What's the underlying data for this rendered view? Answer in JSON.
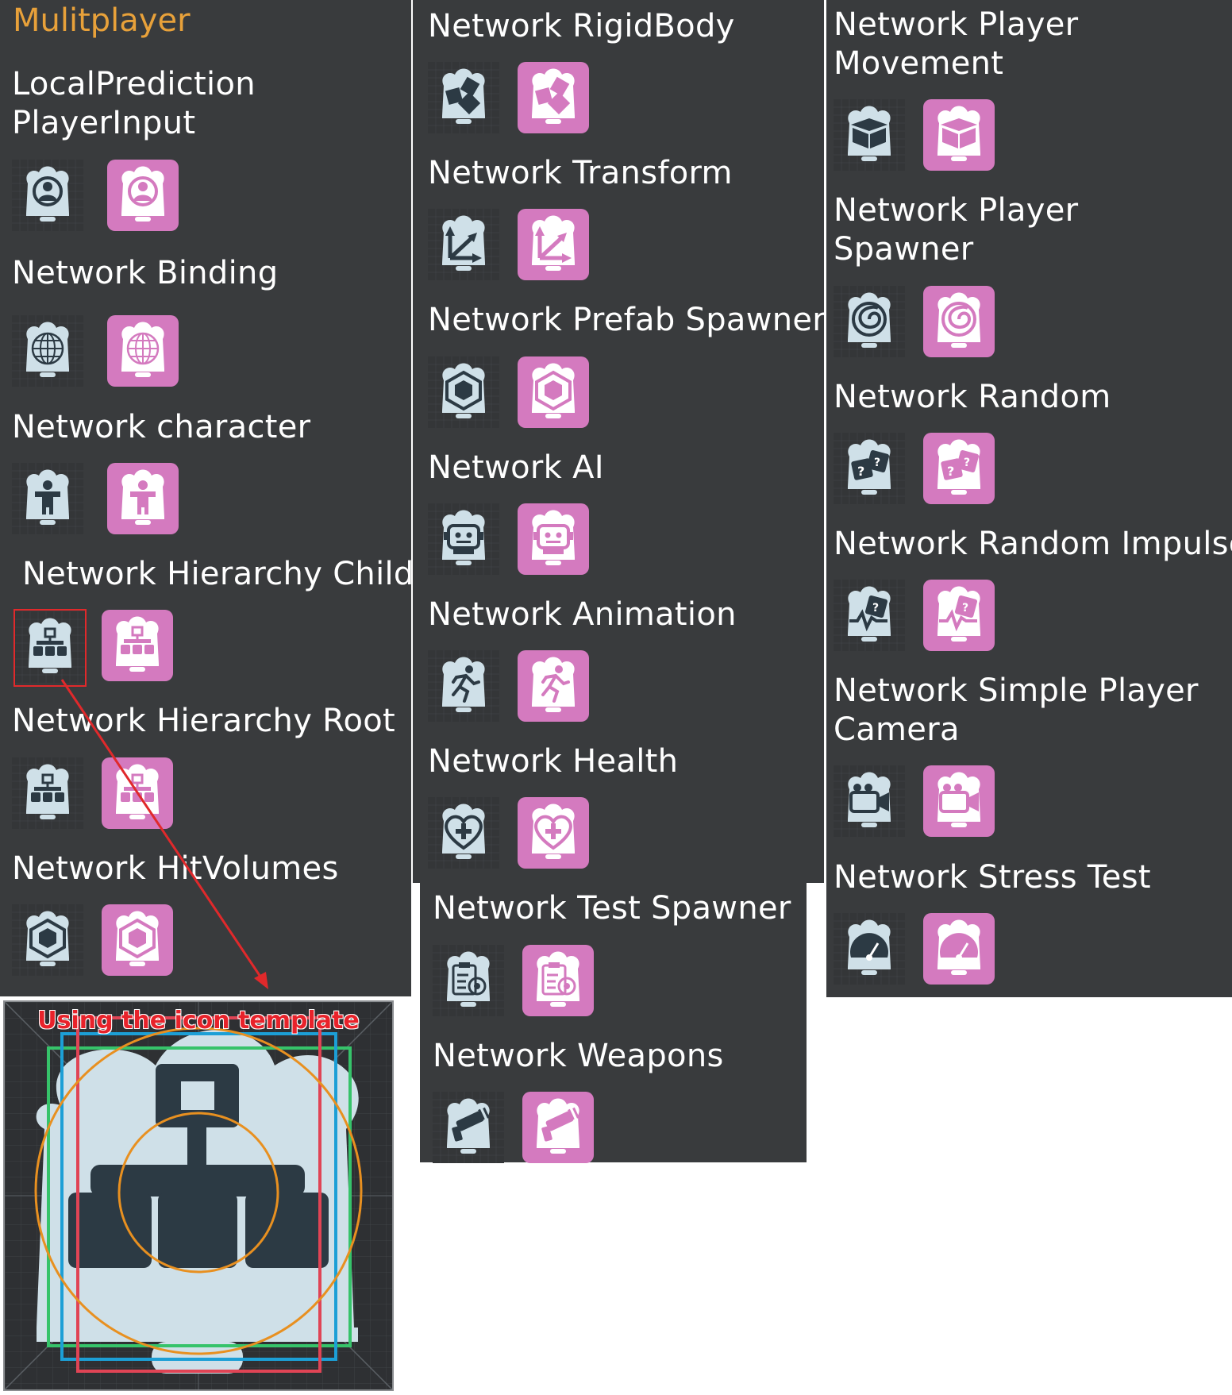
{
  "heading": "Mulitplayer",
  "annotation": "Using the icon template",
  "colors": {
    "panel": "#393b3d",
    "heading": "#e8a13a",
    "pink": "#d47abf",
    "icon_light": "#cfe0e8",
    "icon_dark": "#2c3a44",
    "highlight": "#e0292b"
  },
  "col1": [
    {
      "label": "LocalPrediction\nPlayerInput",
      "icon": "person-icon"
    },
    {
      "label": "Network Binding",
      "icon": "globe-icon"
    },
    {
      "label": "Network character",
      "icon": "character-icon"
    },
    {
      "label": " Network Hierarchy Child",
      "icon": "hierarchy-icon"
    },
    {
      "label": "Network Hierarchy Root",
      "icon": "hierarchy-icon"
    },
    {
      "label": "Network HitVolumes",
      "icon": "cube-icon"
    }
  ],
  "col2": [
    {
      "label": "Network RigidBody",
      "icon": "rigidbody-icon"
    },
    {
      "label": "Network Transform",
      "icon": "transform-icon"
    },
    {
      "label": "Network Prefab Spawner",
      "icon": "cube-icon"
    },
    {
      "label": "Network AI",
      "icon": "robot-icon"
    },
    {
      "label": "Network Animation",
      "icon": "running-icon"
    },
    {
      "label": "Network Health",
      "icon": "heart-icon"
    },
    {
      "label": "Network Test Spawner",
      "icon": "clipboard-icon"
    },
    {
      "label": "Network Weapons",
      "icon": "weapon-icon"
    }
  ],
  "col3": [
    {
      "label": "Network Player\nMovement",
      "icon": "box-open-icon"
    },
    {
      "label": "Network Player\nSpawner",
      "icon": "spiral-icon"
    },
    {
      "label": "Network Random",
      "icon": "dice-icon"
    },
    {
      "label": "Network Random Impulse",
      "icon": "impulse-icon"
    },
    {
      "label": "Network Simple Player\nCamera",
      "icon": "camera-icon"
    },
    {
      "label": "Network Stress Test",
      "icon": "gauge-icon"
    }
  ]
}
